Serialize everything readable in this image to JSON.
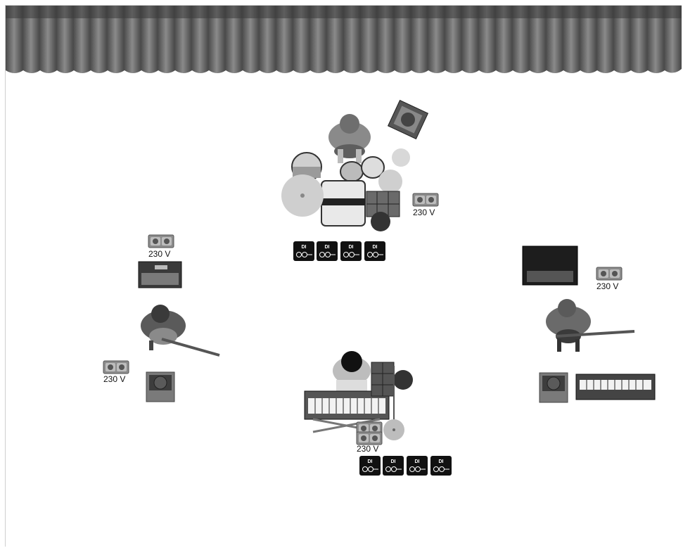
{
  "stage": {
    "background": "#ffffff",
    "curtain_color": "#6b6b6b"
  },
  "power_label": "230 V",
  "power_outlets": [
    {
      "label": "230 V",
      "position_name": "drums"
    },
    {
      "label": "230 V",
      "position_name": "guitar-left-amp"
    },
    {
      "label": "230 V",
      "position_name": "guitar-left-floor"
    },
    {
      "label": "230 V",
      "position_name": "guitar-right"
    },
    {
      "label": "230 V",
      "position_name": "keyboard-center"
    }
  ],
  "di_box_label": "DI",
  "icons": [
    "curtain",
    "drum-kit",
    "drummer",
    "guitarist",
    "keyboardist",
    "amplifier",
    "monitor-wedge",
    "power-outlet",
    "di-box",
    "keyboard",
    "cymbal"
  ]
}
